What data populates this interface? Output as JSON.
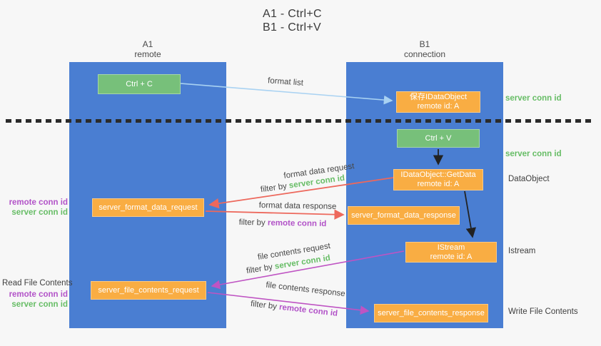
{
  "title": {
    "line1": "A1 - Ctrl+C",
    "line2": "B1 - Ctrl+V"
  },
  "lifelines": {
    "a1": {
      "name": "A1",
      "role": "remote"
    },
    "b1": {
      "name": "B1",
      "role": "connection"
    }
  },
  "nodes": {
    "ctrl_c": {
      "label": "Ctrl + C"
    },
    "ctrl_v": {
      "label": "Ctrl + V"
    },
    "save_idataobject": {
      "line1": "保存IDataObject",
      "line2": "remote id: A"
    },
    "getdata": {
      "line1": "IDataObject::GetData",
      "line2": "remote id: A"
    },
    "istream": {
      "line1": "IStream",
      "line2": "remote id: A"
    },
    "server_format_data_request": {
      "label": "server_format_data_request"
    },
    "server_format_data_response": {
      "label": "server_format_data_response"
    },
    "server_file_contents_request": {
      "label": "server_file_contents_request"
    },
    "server_file_contents_response": {
      "label": "server_file_contents_response"
    }
  },
  "arrow_labels": {
    "format_list": "format list",
    "format_data_request": "format data request",
    "format_data_response": "format data response",
    "file_contents_request": "file contents request",
    "file_contents_response": "file contents response",
    "filter_by": "filter by",
    "server_conn_id": "server conn id",
    "remote_conn_id": "remote conn id"
  },
  "side_labels": {
    "server_conn_id_top": "server conn id",
    "server_conn_id_mid": "server conn id",
    "dataobject": "DataObject",
    "istream": "Istream",
    "write_file_contents": "Write File Contents",
    "read_file_contents": "Read File Contents",
    "remote_conn_id_a": "remote conn id",
    "server_conn_id_a": "server conn id",
    "remote_conn_id_b": "remote conn id",
    "server_conn_id_b": "server conn id"
  },
  "colors": {
    "column_blue": "#4a7ed2",
    "node_orange": "#f9ad43",
    "node_green": "#77c07a",
    "arrow_red": "#ed685c",
    "arrow_magenta": "#bf54c3",
    "arrow_light_blue": "#a9d2f2",
    "arrow_black": "#222222",
    "label_green": "#67bd66",
    "label_purple": "#b253c8"
  }
}
